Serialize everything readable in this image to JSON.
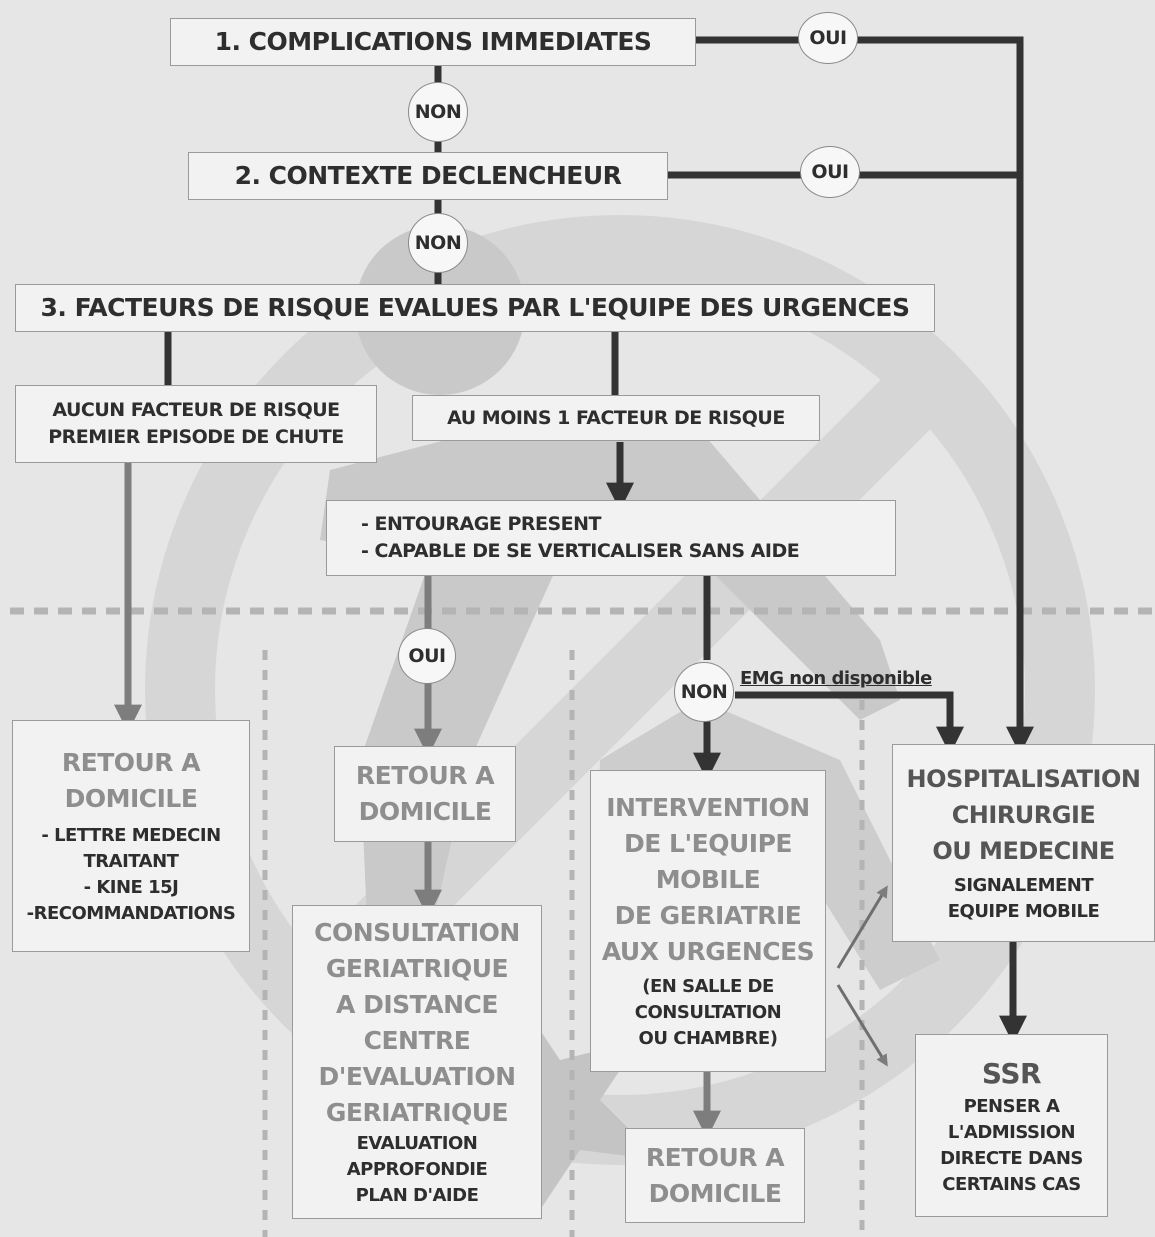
{
  "steps": {
    "step1": "1. COMPLICATIONS IMMEDIATES",
    "step2": "2. CONTEXTE DECLENCHEUR",
    "step3": "3. FACTEURS DE RISQUE EVALUES PAR L'EQUIPE DES URGENCES"
  },
  "answers": {
    "oui": "OUI",
    "non": "NON"
  },
  "branches": {
    "no_risk": [
      "AUCUN FACTEUR DE RISQUE",
      "PREMIER EPISODE DE CHUTE"
    ],
    "risk": "AU MOINS 1 FACTEUR DE RISQUE",
    "conditions": [
      "- ENTOURAGE PRESENT",
      "- CAPABLE  DE SE VERTICALISER SANS AIDE"
    ],
    "emg_note": "EMG non disponible"
  },
  "outcomes": {
    "retour1": {
      "title": [
        "RETOUR A",
        "DOMICILE"
      ],
      "items": [
        "- LETTRE MEDECIN",
        "TRAITANT",
        "- KINE 15J",
        "-RECOMMANDATIONS"
      ]
    },
    "retour2": {
      "title": [
        "RETOUR A",
        "DOMICILE"
      ]
    },
    "consultation": {
      "title": [
        "CONSULTATION",
        "GERIATRIQUE",
        "A DISTANCE",
        "CENTRE",
        "D'EVALUATION",
        "GERIATRIQUE"
      ],
      "items": [
        "EVALUATION",
        "APPROFONDIE",
        "PLAN D'AIDE"
      ]
    },
    "intervention": {
      "title": [
        "INTERVENTION",
        "DE L'EQUIPE",
        "MOBILE",
        "DE GERIATRIE",
        "AUX URGENCES"
      ],
      "items": [
        "(EN SALLE DE",
        "CONSULTATION",
        "OU CHAMBRE)"
      ]
    },
    "retour3": {
      "title": [
        "RETOUR A",
        "DOMICILE"
      ]
    },
    "hospitalisation": {
      "title": [
        "HOSPITALISATION",
        "CHIRURGIE",
        "OU MEDECINE"
      ],
      "items": [
        "SIGNALEMENT",
        "EQUIPE MOBILE"
      ]
    },
    "ssr": {
      "title": [
        "SSR"
      ],
      "items": [
        "PENSER A",
        "L'ADMISSION",
        "DIRECTE DANS",
        "CERTAINS CAS"
      ]
    }
  },
  "colors": {
    "background": "#e6e6e6",
    "box_fill": "#f2f2f2",
    "box_border": "#9a9a9a",
    "dark_text": "#2e2e2e",
    "gray_text": "#8e8e8e",
    "dark_arrow": "#333333",
    "gray_arrow": "#7d7d7d",
    "watermark": "#cfcfcf",
    "dashed_line": "#b4b4b4"
  }
}
